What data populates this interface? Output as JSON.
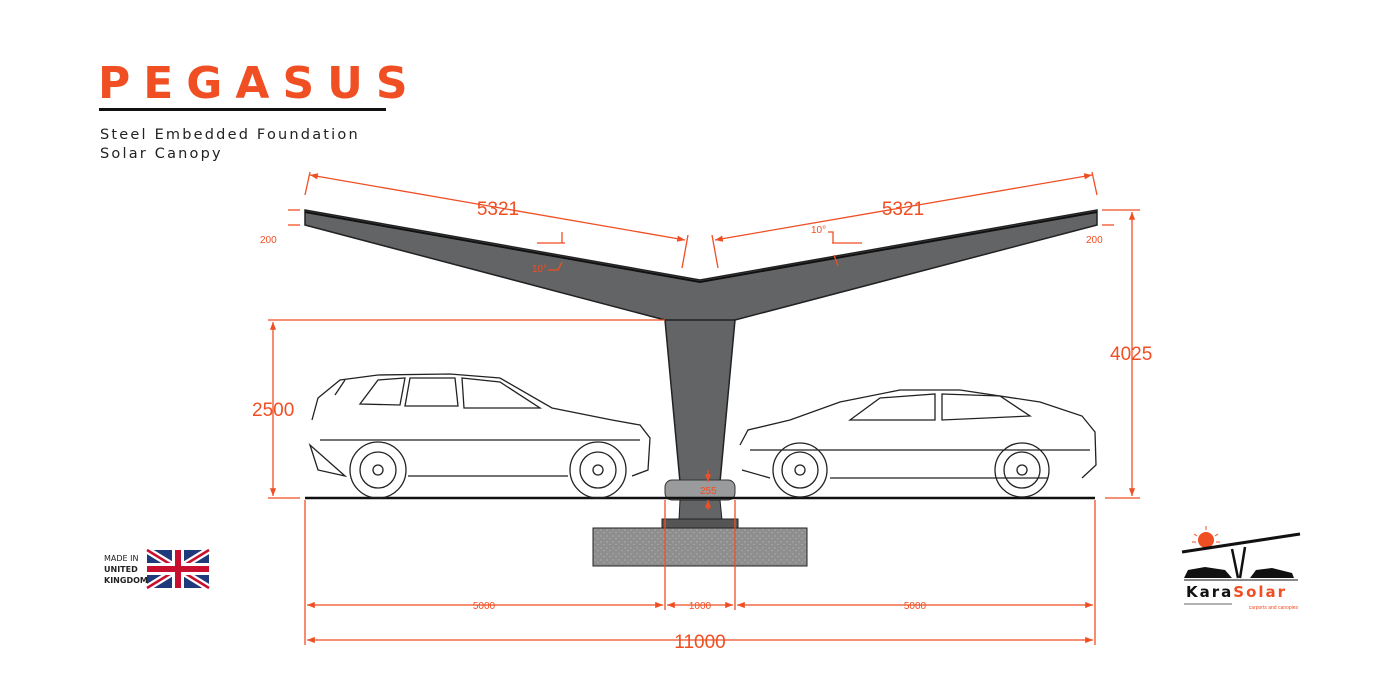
{
  "header": {
    "title": "PEGASUS",
    "subtitle_line1": "Steel Embedded Foundation",
    "subtitle_line2": "Solar Canopy"
  },
  "dimensions": {
    "left_span": "5321",
    "right_span": "5321",
    "left_thickness": "200",
    "right_thickness": "200",
    "left_angle": "10°",
    "right_angle": "10°",
    "clearance_height": "2500",
    "total_height": "4025",
    "base_height": "255",
    "left_bay": "5000",
    "column_width": "1000",
    "right_bay": "5000",
    "total_width": "11000"
  },
  "badge": {
    "line1": "MADE IN",
    "line2": "UNITED",
    "line3": "KINGDOM"
  },
  "logo": {
    "brand_part1": "Kara",
    "brand_part2": "Solar",
    "tagline": "carports and canopies"
  },
  "colors": {
    "accent": "#f04e23",
    "steel": "#636466",
    "concrete": "#8e8e8e"
  }
}
